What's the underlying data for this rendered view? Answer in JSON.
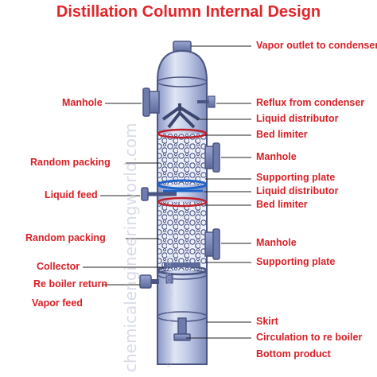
{
  "title": "Distillation Column Internal Design",
  "watermark_large": "chemicalengineeringworld.com",
  "watermark_small": "chemicalengineeringworld.com",
  "labels": {
    "vapor_outlet": "Vapor outlet to condenser",
    "manhole_left": "Manhole",
    "reflux": "Reflux from condenser",
    "liquid_distributor_top": "Liquid distributor",
    "bed_limiter_top": "Bed limiter",
    "random_packing_top": "Random packing",
    "manhole_mid": "Manhole",
    "supporting_plate_top": "Supporting plate",
    "liquid_feed": "Liquid feed",
    "liquid_distributor_mid": "Liquid distributor",
    "bed_limiter_mid": "Bed limiter",
    "random_packing_bottom": "Random packing",
    "manhole_low": "Manhole",
    "collector": "Collector",
    "supporting_plate_low": "Supporting plate",
    "reboiler_return": "Re boiler return",
    "vapor_feed": "Vapor feed",
    "skirt": "Skirt",
    "circulation": "Circulation to re boiler",
    "bottom_product": "Bottom product"
  },
  "colors": {
    "title": "#e0262a",
    "label": "#d81f26",
    "shell": "#b7c3e2",
    "nozzle": "#7987b5",
    "packing_band": "#1e63c8",
    "bed_limiter": "#c0202a"
  }
}
